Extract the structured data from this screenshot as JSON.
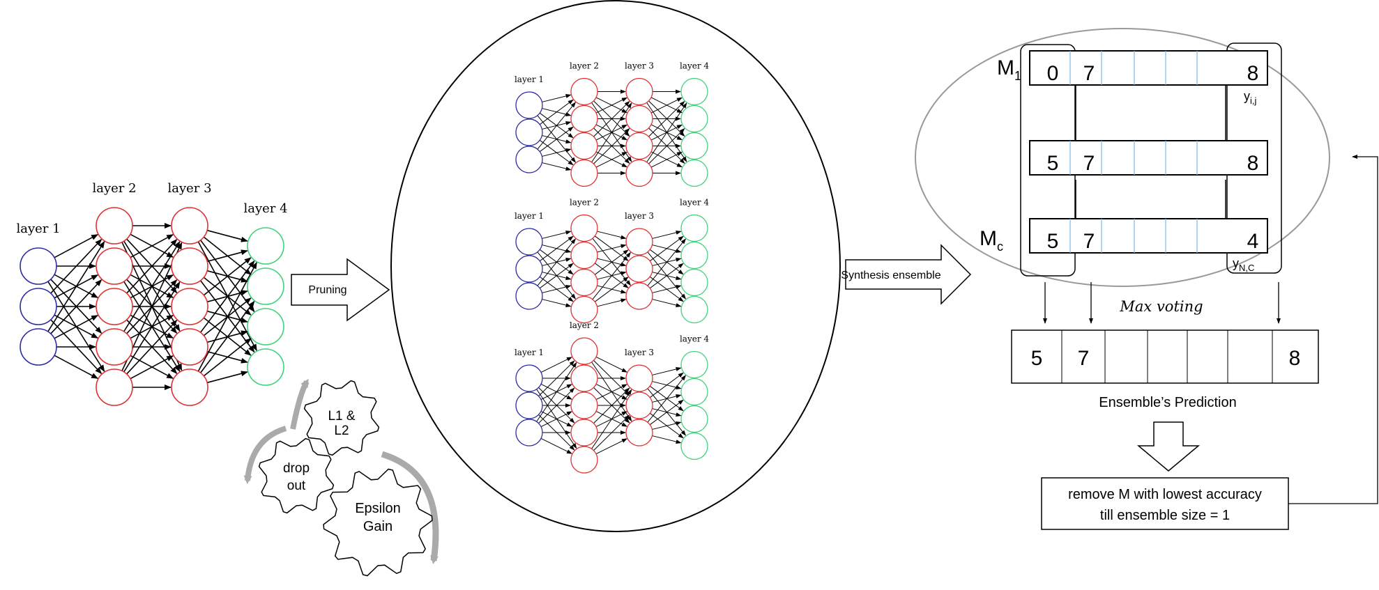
{
  "network": {
    "layer_labels": [
      "layer 1",
      "layer 2",
      "layer 3",
      "layer 4"
    ],
    "layer_sizes": [
      3,
      5,
      5,
      4
    ],
    "colors": {
      "input": "#2b2ba3",
      "hidden": "#e03030",
      "output": "#3fd27a"
    }
  },
  "pruned_networks": [
    {
      "layer_sizes": [
        3,
        4,
        4,
        4
      ]
    },
    {
      "layer_sizes": [
        3,
        4,
        3,
        4
      ]
    },
    {
      "layer_sizes": [
        3,
        5,
        3,
        4
      ]
    }
  ],
  "arrows": {
    "pruning": "Pruning",
    "synthesis": "Synthesis ensemble"
  },
  "gears": {
    "l1l2": [
      "L1 &",
      "L2"
    ],
    "dropout": [
      "drop",
      "out"
    ],
    "epsilon": [
      "Epsilon",
      "Gain"
    ]
  },
  "ensemble": {
    "model_first": "M",
    "model_first_sub": "1",
    "model_last": "M",
    "model_last_sub": "c",
    "rows": [
      {
        "first": "0",
        "second": "7",
        "last": "8"
      },
      {
        "first": "5",
        "second": "7",
        "last": "8"
      },
      {
        "first": "5",
        "second": "7",
        "last": "4"
      }
    ],
    "y_top": "y",
    "y_top_sub": "i,j",
    "y_bottom": "y",
    "y_bottom_sub": "N,C",
    "max_voting": "Max voting",
    "prediction": {
      "first": "5",
      "second": "7",
      "last": "8"
    },
    "prediction_label": "Ensemble’s Prediction",
    "remove_line1": "remove M with lowest accuracy",
    "remove_line2": "till ensemble size = 1"
  }
}
